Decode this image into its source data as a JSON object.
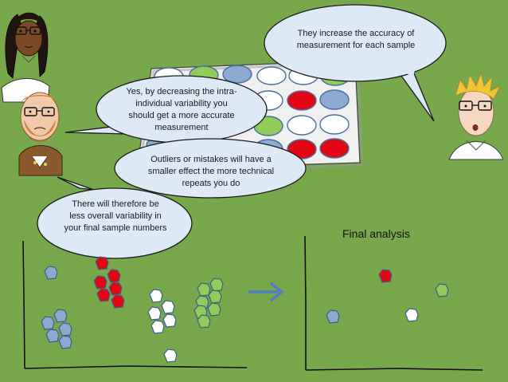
{
  "bubbles": {
    "accuracy": "They increase the accuracy of measurement for each sample",
    "variability": "Yes, by decreasing the intra-individual variability you should get a more accurate measurement",
    "outliers": "Outliers or mistakes will have a smaller effect the more technical repeats you do",
    "overall": "There will therefore be less overall variability in your final sample numbers"
  },
  "final_panel": {
    "title": "Final analysis"
  },
  "colors": {
    "background": "#77a84c",
    "bubble": "#dde9f5",
    "blue_sample": "#8aaad0",
    "red_sample": "#e30613",
    "green_sample": "#8fcc5a",
    "white_sample": "#ffffff",
    "arrow": "#4f7fbf"
  },
  "icons": [
    "scientist-woman-icon",
    "scientist-bearded-man-icon",
    "scientist-blond-man-icon",
    "sample-plate-icon",
    "right-arrow-icon"
  ]
}
